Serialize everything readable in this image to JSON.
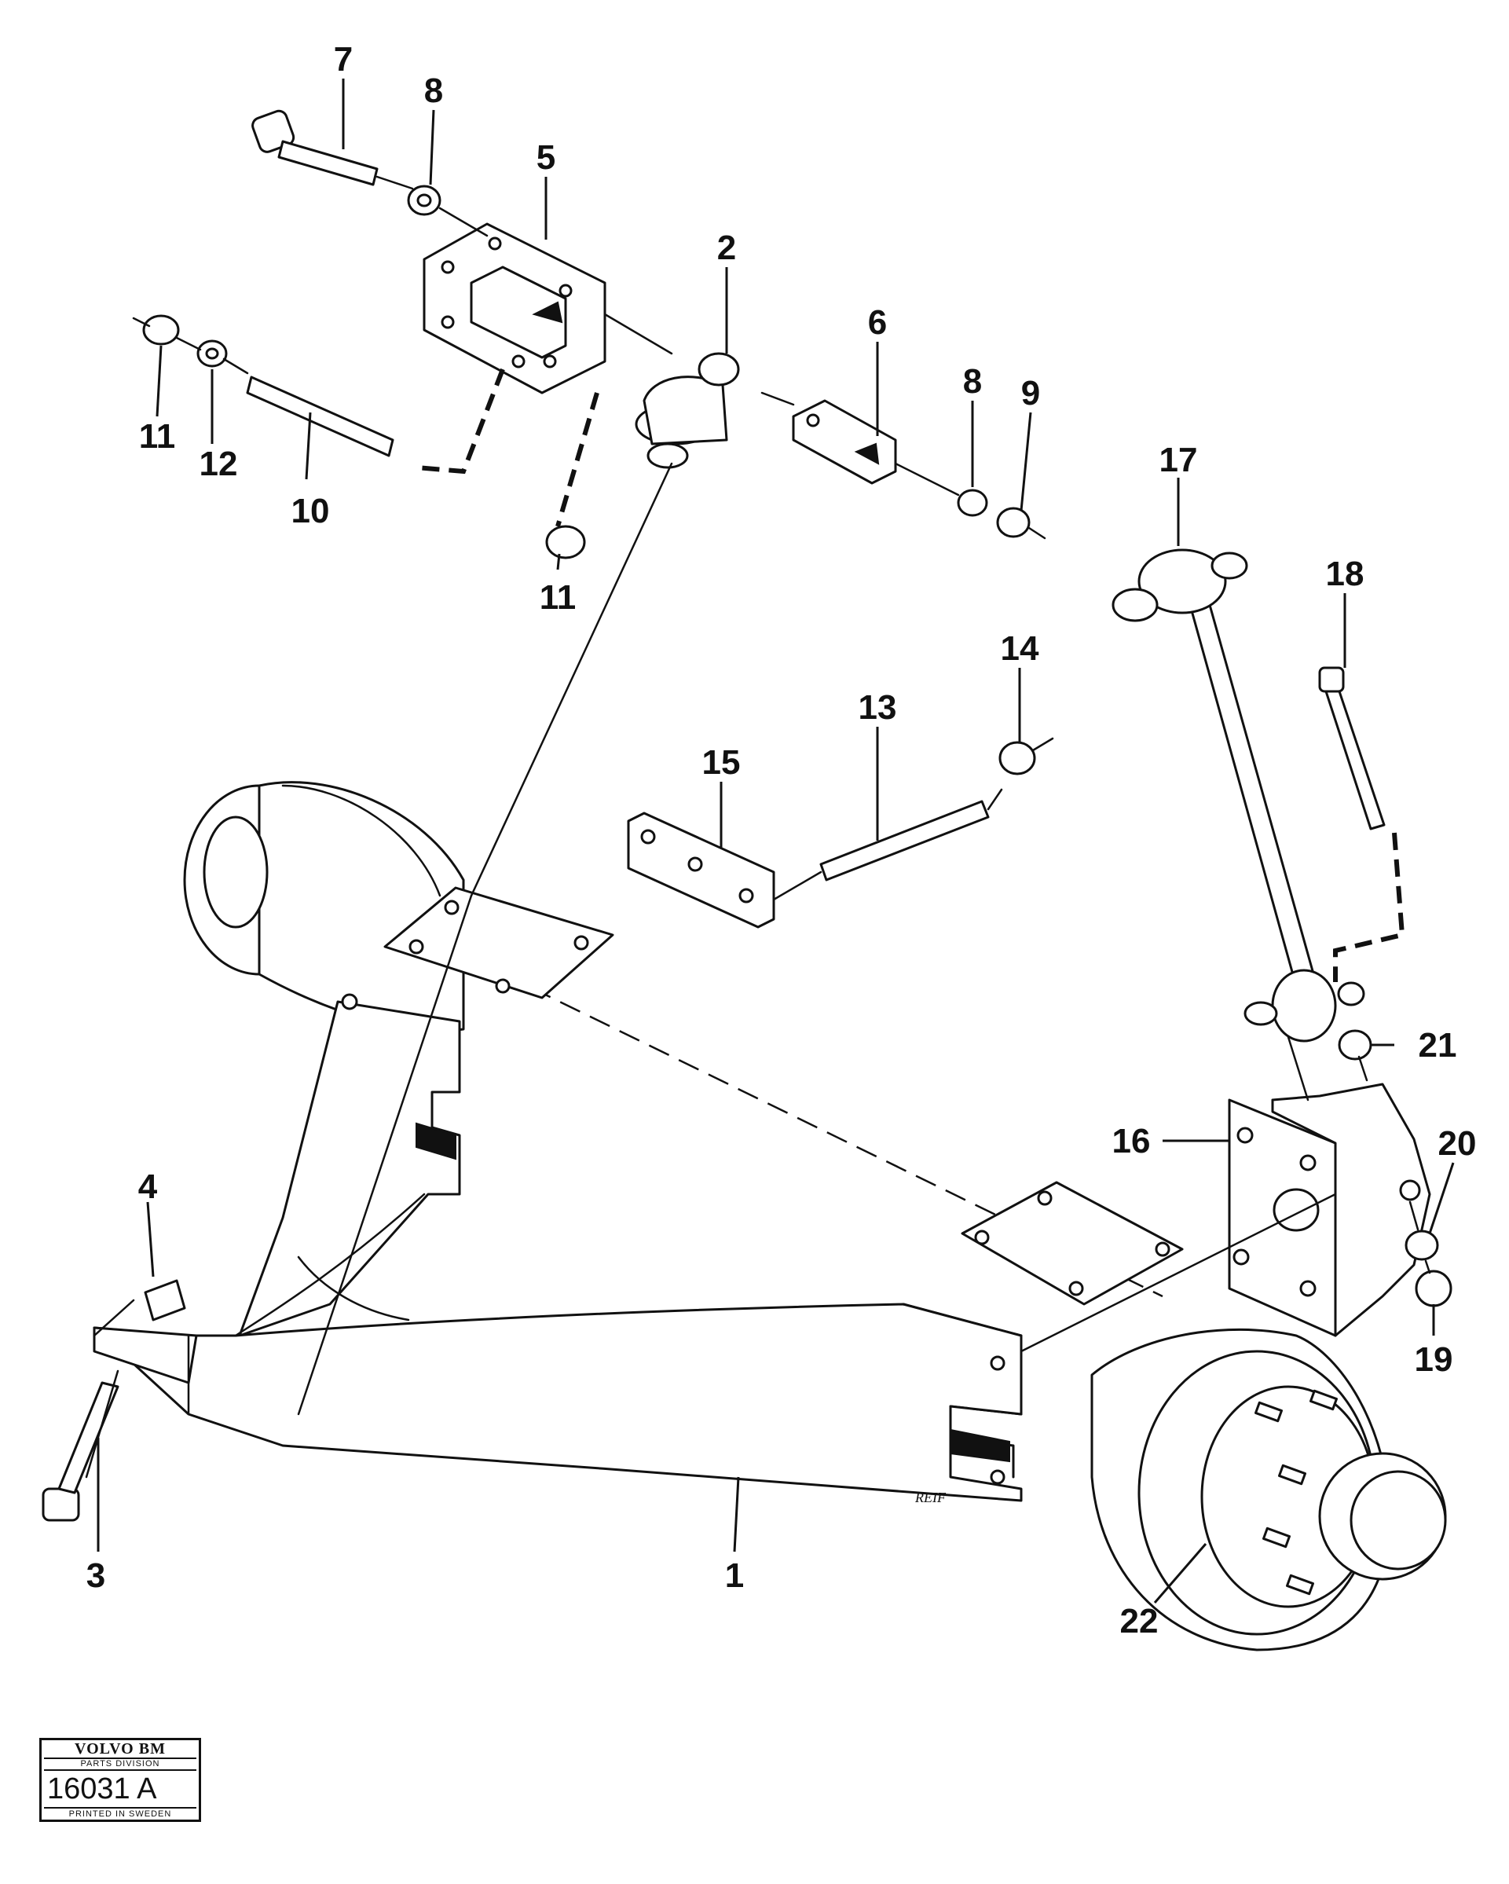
{
  "callouts": {
    "c1": "1",
    "c2": "2",
    "c3": "3",
    "c4": "4",
    "c5": "5",
    "c6": "6",
    "c7": "7",
    "c8a": "8",
    "c8b": "8",
    "c9": "9",
    "c10": "10",
    "c11a": "11",
    "c11b": "11",
    "c12": "12",
    "c13": "13",
    "c14": "14",
    "c15": "15",
    "c16": "16",
    "c17": "17",
    "c18": "18",
    "c19": "19",
    "c20": "20",
    "c21": "21",
    "c22": "22"
  },
  "signature": "REIF",
  "stamp": {
    "brand": "VOLVO BM",
    "division": "PARTS DIVISION",
    "number": "16031 A",
    "printed": "PRINTED IN SWEDEN"
  }
}
